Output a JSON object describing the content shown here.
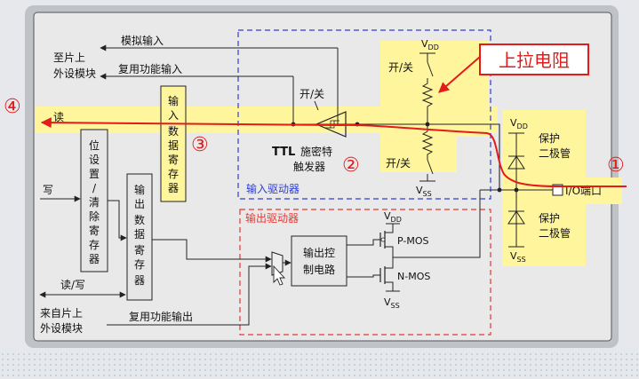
{
  "labels": {
    "to_onchip": [
      "至片上",
      "外设模块"
    ],
    "analog_in": "模拟输入",
    "alt_in": "复用功能输入",
    "read": "读",
    "write": "写",
    "read_write": "读/写",
    "from_onchip": [
      "来自片上",
      "外设模块"
    ],
    "alt_out": "复用功能输出",
    "bit_set_clear": [
      "位",
      "设",
      "置",
      "/",
      "清",
      "除",
      "寄",
      "存",
      "器"
    ],
    "input_data_reg": [
      "输",
      "入",
      "数",
      "据",
      "寄",
      "存",
      "器"
    ],
    "output_data_reg": [
      "输",
      "出",
      "数",
      "据",
      "寄",
      "存",
      "器"
    ],
    "on_off": "开/关",
    "ttl": "TTL",
    "schmitt": [
      "施密特",
      "触发器"
    ],
    "input_driver": "输入驱动器",
    "output_driver": "输出驱动器",
    "output_control": [
      "输出控",
      "制电路"
    ],
    "pmos": "P-MOS",
    "nmos": "N-MOS",
    "pullup_callout": "上拉电阻",
    "protect_diode": [
      "保护",
      "二极管"
    ],
    "io_port": "I/O端口",
    "vdd": "V",
    "vdd_sub": "DD",
    "vss_sub": "SS"
  },
  "markers": [
    "①",
    "②",
    "③",
    "④"
  ],
  "colors": {
    "highlight": "#fff59d",
    "red": "#e21b1b",
    "blue_dash": "#2d3ed6",
    "red_dash": "#e53935",
    "input_driver_text": "#2d3ed6",
    "output_driver_text": "#e53935"
  }
}
